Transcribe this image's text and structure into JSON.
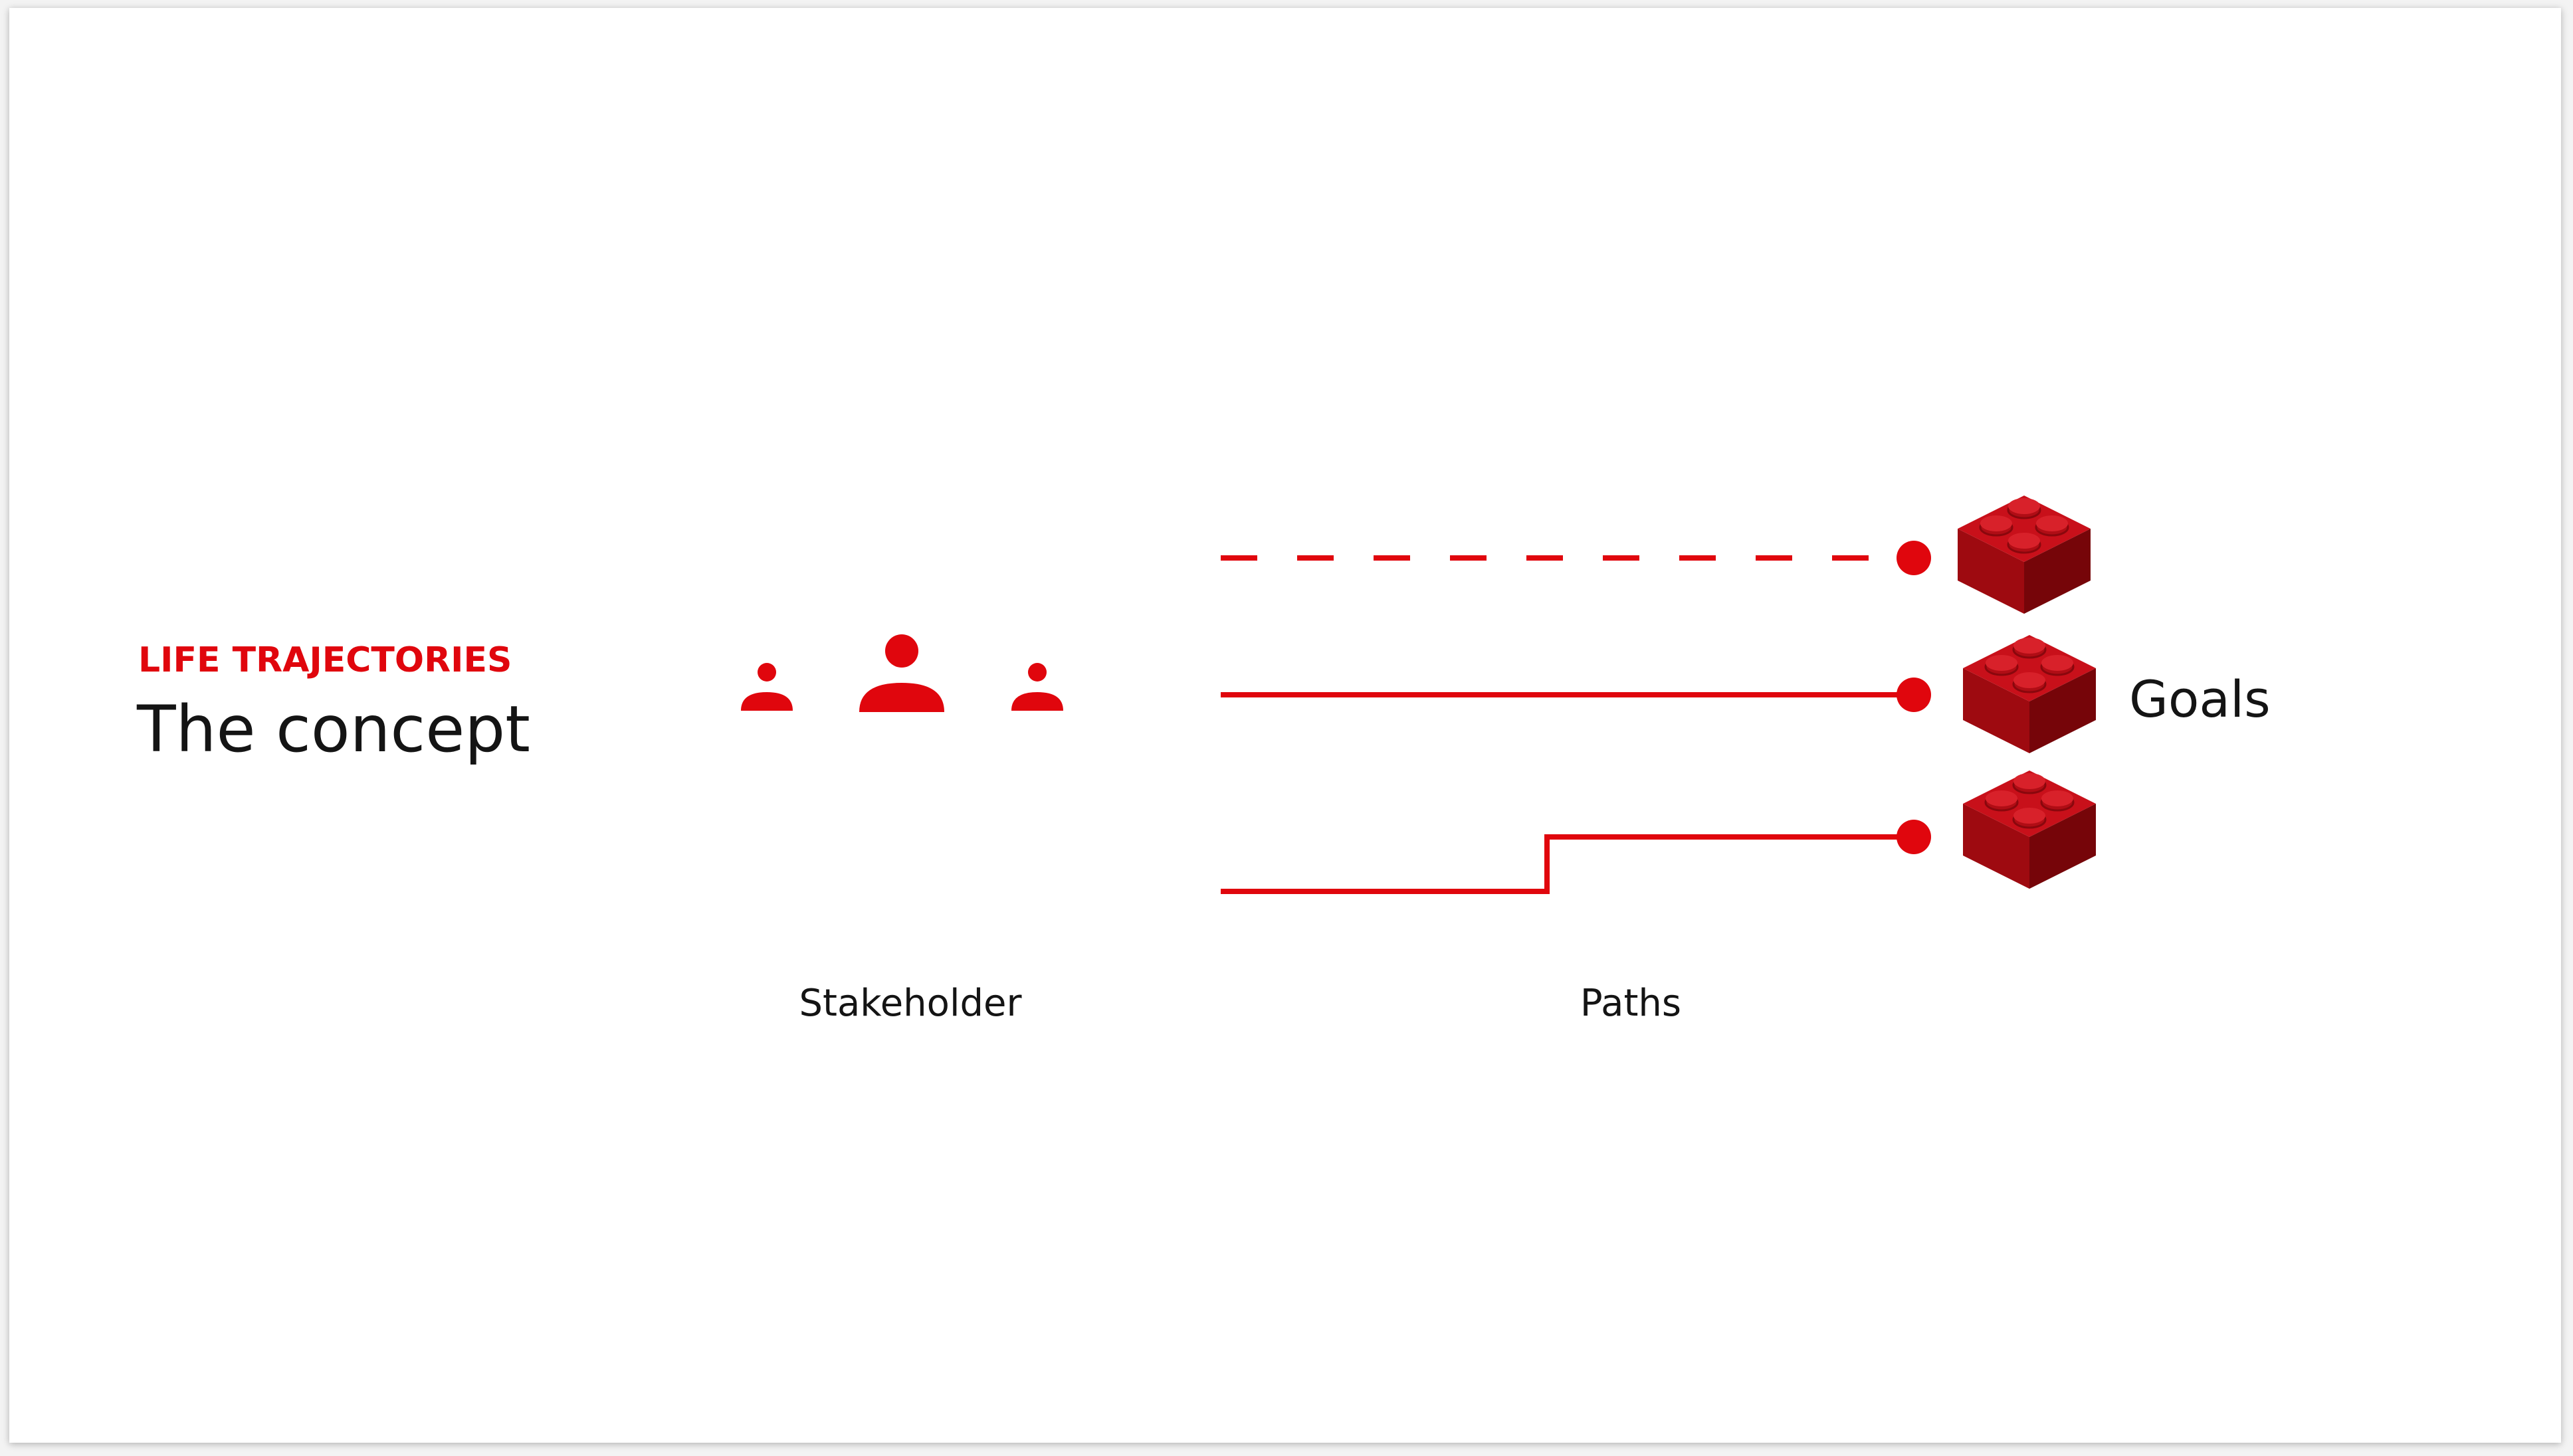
{
  "slide": {
    "eyebrow": "LIFE TRAJECTORIES",
    "title": "The concept"
  },
  "labels": {
    "stakeholder": "Stakeholder",
    "paths": "Paths",
    "goals": "Goals"
  },
  "colors": {
    "accent": "#e0060d",
    "brick_top": "#c8101a",
    "brick_left": "#9e0a10",
    "brick_right": "#760509",
    "text": "#141414",
    "background": "#ffffff"
  },
  "icons": {
    "stakeholder_small_left": "person-icon",
    "stakeholder_large": "person-icon",
    "stakeholder_small_right": "person-icon",
    "goal": "brick-icon",
    "path_end": "dot"
  },
  "paths": [
    {
      "name": "dashed-path",
      "style": "dashed"
    },
    {
      "name": "straight-path",
      "style": "solid"
    },
    {
      "name": "stepped-path",
      "style": "solid-step"
    }
  ]
}
